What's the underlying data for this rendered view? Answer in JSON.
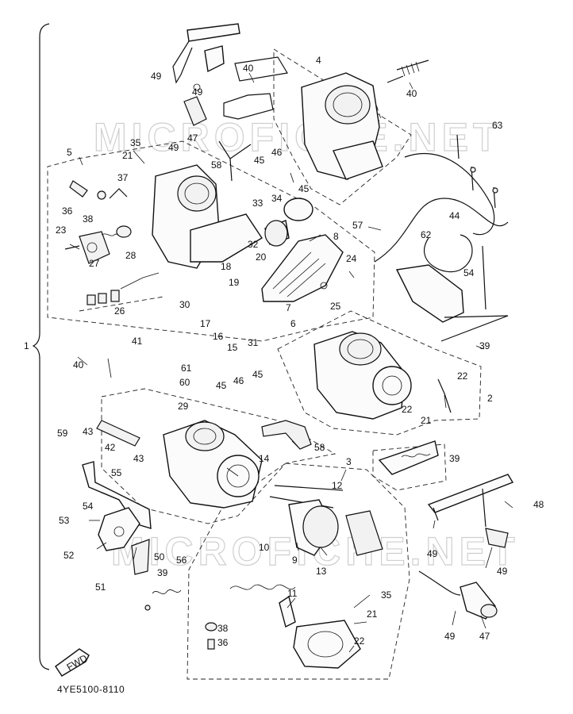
{
  "watermark": "MICROFICHE.NET",
  "drawing_code": "4YE5100-8110",
  "fwd_label": "FWD",
  "assembly_label": "1",
  "callouts": {
    "c1": "1",
    "c2": "2",
    "c3": "3",
    "c4": "4",
    "c5": "5",
    "c6": "6",
    "c7": "7",
    "c8": "8",
    "c9": "9",
    "c10": "10",
    "c11": "11",
    "c12": "12",
    "c13": "13",
    "c14": "14",
    "c15": "15",
    "c16": "16",
    "c17": "17",
    "c18": "18",
    "c19": "19",
    "c20": "20",
    "c21a": "21",
    "c21b": "21",
    "c21c": "21",
    "c22a": "22",
    "c22b": "22",
    "c22c": "22",
    "c23": "23",
    "c24": "24",
    "c25": "25",
    "c26": "26",
    "c27": "27",
    "c28": "28",
    "c29": "29",
    "c30": "30",
    "c31": "31",
    "c32": "32",
    "c33": "33",
    "c34": "34",
    "c35a": "35",
    "c35b": "35",
    "c36a": "36",
    "c36b": "36",
    "c37": "37",
    "c38a": "38",
    "c38b": "38",
    "c39a": "39",
    "c39b": "39",
    "c39c": "39",
    "c40a": "40",
    "c40b": "40",
    "c40c": "40",
    "c41": "41",
    "c42": "42",
    "c43a": "43",
    "c43b": "43",
    "c44": "44",
    "c45a": "45",
    "c45b": "45",
    "c45c": "45",
    "c45d": "45",
    "c46a": "46",
    "c46b": "46",
    "c47a": "47",
    "c47b": "47",
    "c48": "48",
    "c49a": "49",
    "c49b": "49",
    "c49c": "49",
    "c49d": "49",
    "c49e": "49",
    "c49f": "49",
    "c50": "50",
    "c51": "51",
    "c52": "52",
    "c53": "53",
    "c54a": "54",
    "c54b": "54",
    "c55": "55",
    "c56": "56",
    "c57": "57",
    "c58a": "58",
    "c58b": "58",
    "c59": "59",
    "c60": "60",
    "c61": "61",
    "c62": "62",
    "c63": "63"
  }
}
